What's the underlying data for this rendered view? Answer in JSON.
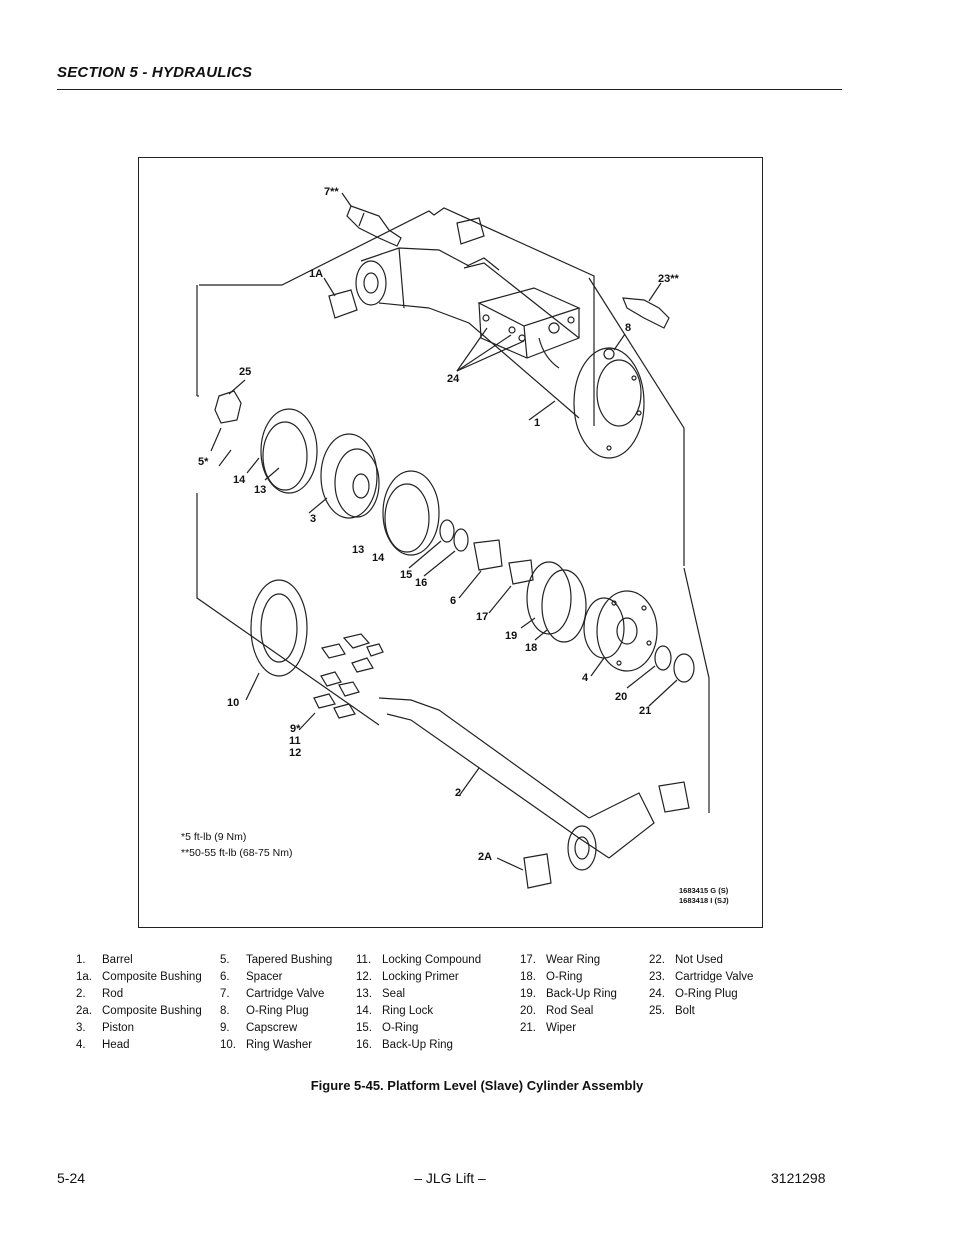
{
  "header": {
    "section": "SECTION 5 - HYDRAULICS"
  },
  "figure": {
    "callouts": {
      "c7": "7**",
      "c1a": "1A",
      "c23": "23**",
      "c8": "8",
      "c25": "25",
      "c24": "24",
      "c1": "1",
      "c5": "5*",
      "c14a": "14",
      "c13a": "13",
      "c3": "3",
      "c13b": "13",
      "c14b": "14",
      "c15": "15",
      "c16": "16",
      "c6": "6",
      "c17": "17",
      "c19": "19",
      "c18": "18",
      "c4": "4",
      "c10": "10",
      "c9": "9*",
      "c11": "11",
      "c12": "12",
      "c20": "20",
      "c21": "21",
      "c2": "2",
      "c2a": "2A"
    },
    "notes": [
      "*5 ft-lb (9 Nm)",
      "**50-55 ft-lb (68-75 Nm)"
    ],
    "drawing_numbers": [
      "1683415 G (S)",
      "1683418 I (SJ)"
    ]
  },
  "legend": {
    "columns": [
      [
        {
          "n": "1.",
          "t": "Barrel"
        },
        {
          "n": "1a.",
          "t": "Composite Bushing"
        },
        {
          "n": "2.",
          "t": "Rod"
        },
        {
          "n": "2a.",
          "t": "Composite Bushing"
        },
        {
          "n": "3.",
          "t": "Piston"
        },
        {
          "n": "4.",
          "t": "Head"
        }
      ],
      [
        {
          "n": "5.",
          "t": "Tapered Bushing"
        },
        {
          "n": "6.",
          "t": "Spacer"
        },
        {
          "n": "7.",
          "t": "Cartridge Valve"
        },
        {
          "n": "8.",
          "t": "O-Ring Plug"
        },
        {
          "n": "9.",
          "t": "Capscrew"
        },
        {
          "n": "10.",
          "t": "Ring Washer"
        }
      ],
      [
        {
          "n": "11.",
          "t": "Locking Compound"
        },
        {
          "n": "12.",
          "t": "Locking Primer"
        },
        {
          "n": "13.",
          "t": "Seal"
        },
        {
          "n": "14.",
          "t": "Ring Lock"
        },
        {
          "n": "15.",
          "t": "O-Ring"
        },
        {
          "n": "16.",
          "t": "Back-Up Ring"
        }
      ],
      [
        {
          "n": "17.",
          "t": "Wear Ring"
        },
        {
          "n": "18.",
          "t": "O-Ring"
        },
        {
          "n": "19.",
          "t": "Back-Up Ring"
        },
        {
          "n": "20.",
          "t": "Rod Seal"
        },
        {
          "n": "21.",
          "t": "Wiper"
        }
      ],
      [
        {
          "n": "22.",
          "t": "Not Used"
        },
        {
          "n": "23.",
          "t": "Cartridge Valve"
        },
        {
          "n": "24.",
          "t": "O-Ring Plug"
        },
        {
          "n": "25.",
          "t": "Bolt"
        }
      ]
    ]
  },
  "caption": "Figure 5-45.  Platform Level (Slave) Cylinder Assembly",
  "footer": {
    "page": "5-24",
    "center": "– JLG Lift –",
    "doc": "3121298"
  }
}
